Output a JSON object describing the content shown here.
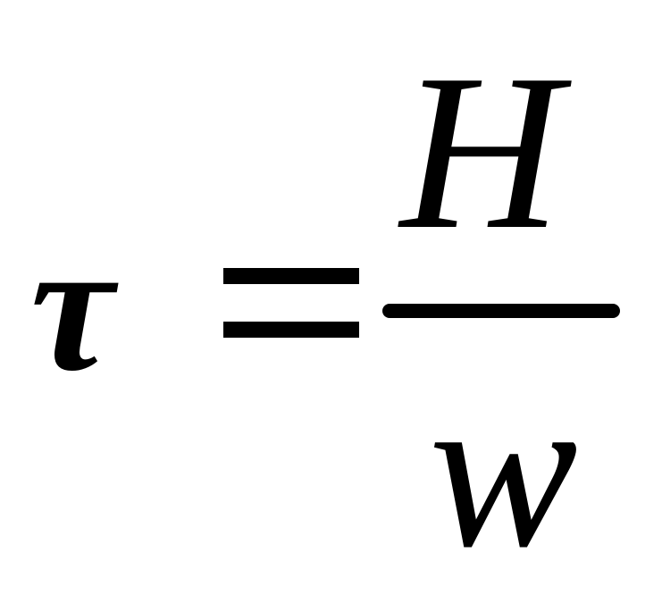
{
  "equation": {
    "lhs": "τ",
    "relation": "=",
    "numerator": "H",
    "denominator": "w"
  }
}
